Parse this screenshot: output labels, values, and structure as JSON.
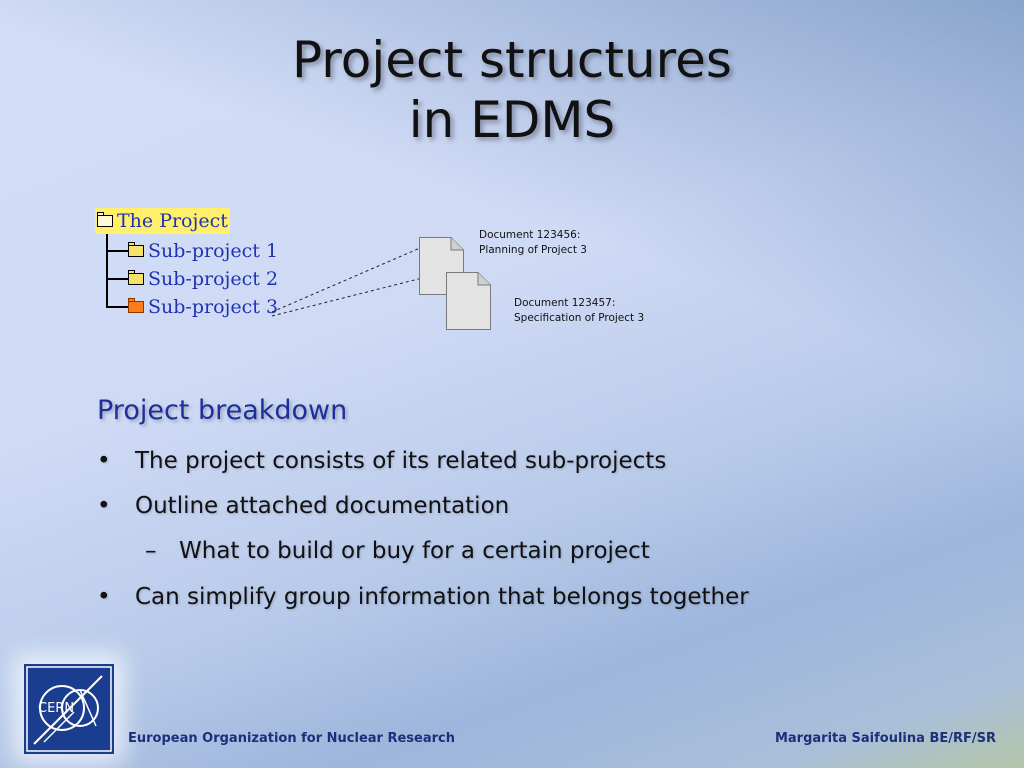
{
  "slide": {
    "title_line1": "Project structures",
    "title_line2": "in EDMS"
  },
  "tree": {
    "root": "The Project",
    "children": [
      "Sub-project 1",
      "Sub-project 2",
      "Sub-project 3"
    ]
  },
  "documents": [
    {
      "line1": "Document 123456:",
      "line2": "Planning of Project 3"
    },
    {
      "line1": "Document 123457:",
      "line2": "Specification of Project 3"
    }
  ],
  "section": {
    "heading": "Project breakdown",
    "bullets": [
      {
        "mark": "•",
        "text": "The project consists of its related sub-projects"
      },
      {
        "mark": "•",
        "text": "Outline attached documentation"
      },
      {
        "mark": "–",
        "text": "What to build or buy for a certain project"
      },
      {
        "mark": "•",
        "text": "Can simplify group information that belongs together"
      }
    ]
  },
  "logo": {
    "text": "CERN",
    "icon": "cern-logo-icon"
  },
  "footer": {
    "organization": "European Organization for Nuclear Research",
    "author": "Margarita Saifoulina BE/RF/SR"
  },
  "colors": {
    "heading": "#1d2f9a",
    "tree_text": "#1f33b3",
    "root_highlight": "#ffef6a",
    "selected_folder": "#ff7a19"
  }
}
